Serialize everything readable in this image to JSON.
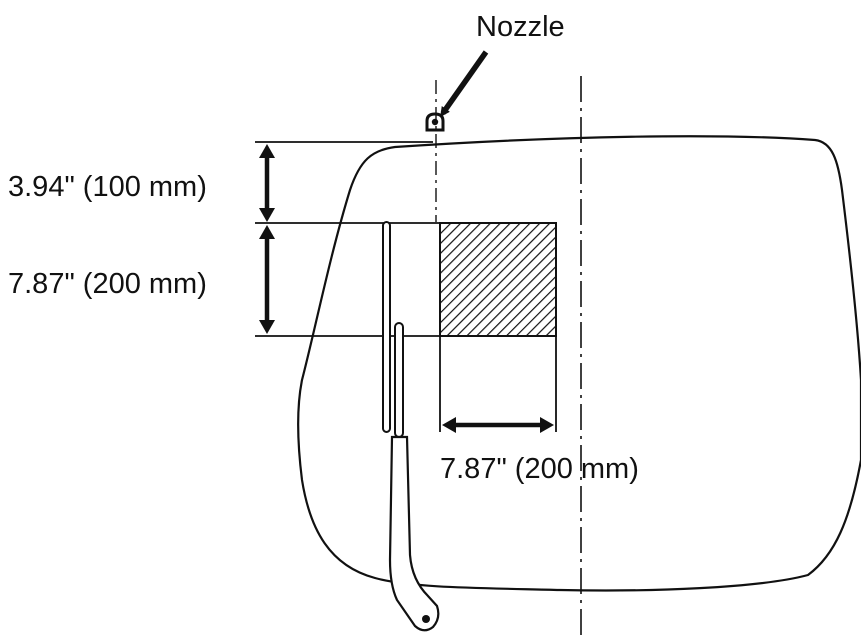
{
  "labels": {
    "nozzle": "Nozzle",
    "dim_top": "3.94\" (100 mm)",
    "dim_middle": "7.87\" (200 mm)",
    "dim_bottom": "7.87\" (200 mm)"
  },
  "colors": {
    "ink": "#111111",
    "background": "#ffffff"
  }
}
